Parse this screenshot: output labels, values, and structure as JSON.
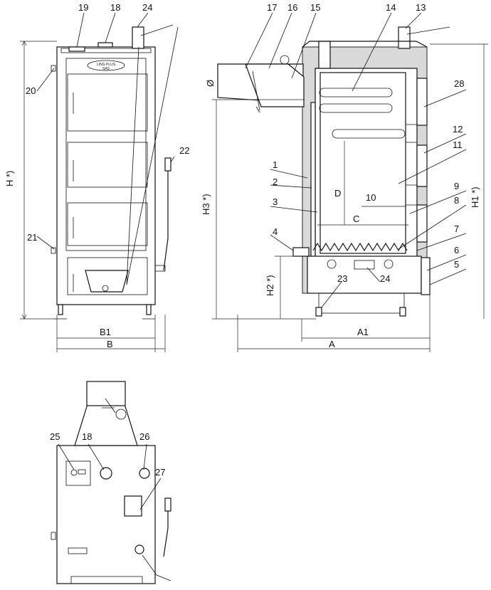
{
  "labels": {
    "n1": "1",
    "n2": "2",
    "n3": "3",
    "n4": "4",
    "n5": "5",
    "n6": "6",
    "n7": "7",
    "n8": "8",
    "n9": "9",
    "n10": "10",
    "n11": "11",
    "n12": "12",
    "n13": "13",
    "n14": "14",
    "n15": "15",
    "n16": "16",
    "n17": "17",
    "n18": "18",
    "n19": "19",
    "n20": "20",
    "n21": "21",
    "n22": "22",
    "n23": "23",
    "n24": "24",
    "n25": "25",
    "n26": "26",
    "n27": "27",
    "n28": "28",
    "n18b": "18",
    "n24b": "24"
  },
  "dimensions": {
    "H": "H *)",
    "B": "B",
    "B1": "B1",
    "A": "A",
    "A1": "A1",
    "H1": "H1 *)",
    "H2": "H2 *)",
    "H3": "H3 *)",
    "C": "C",
    "D": "D",
    "phi": "Ø"
  },
  "nameplate": {
    "brand": "LING PLUS",
    "model": "SAS"
  }
}
